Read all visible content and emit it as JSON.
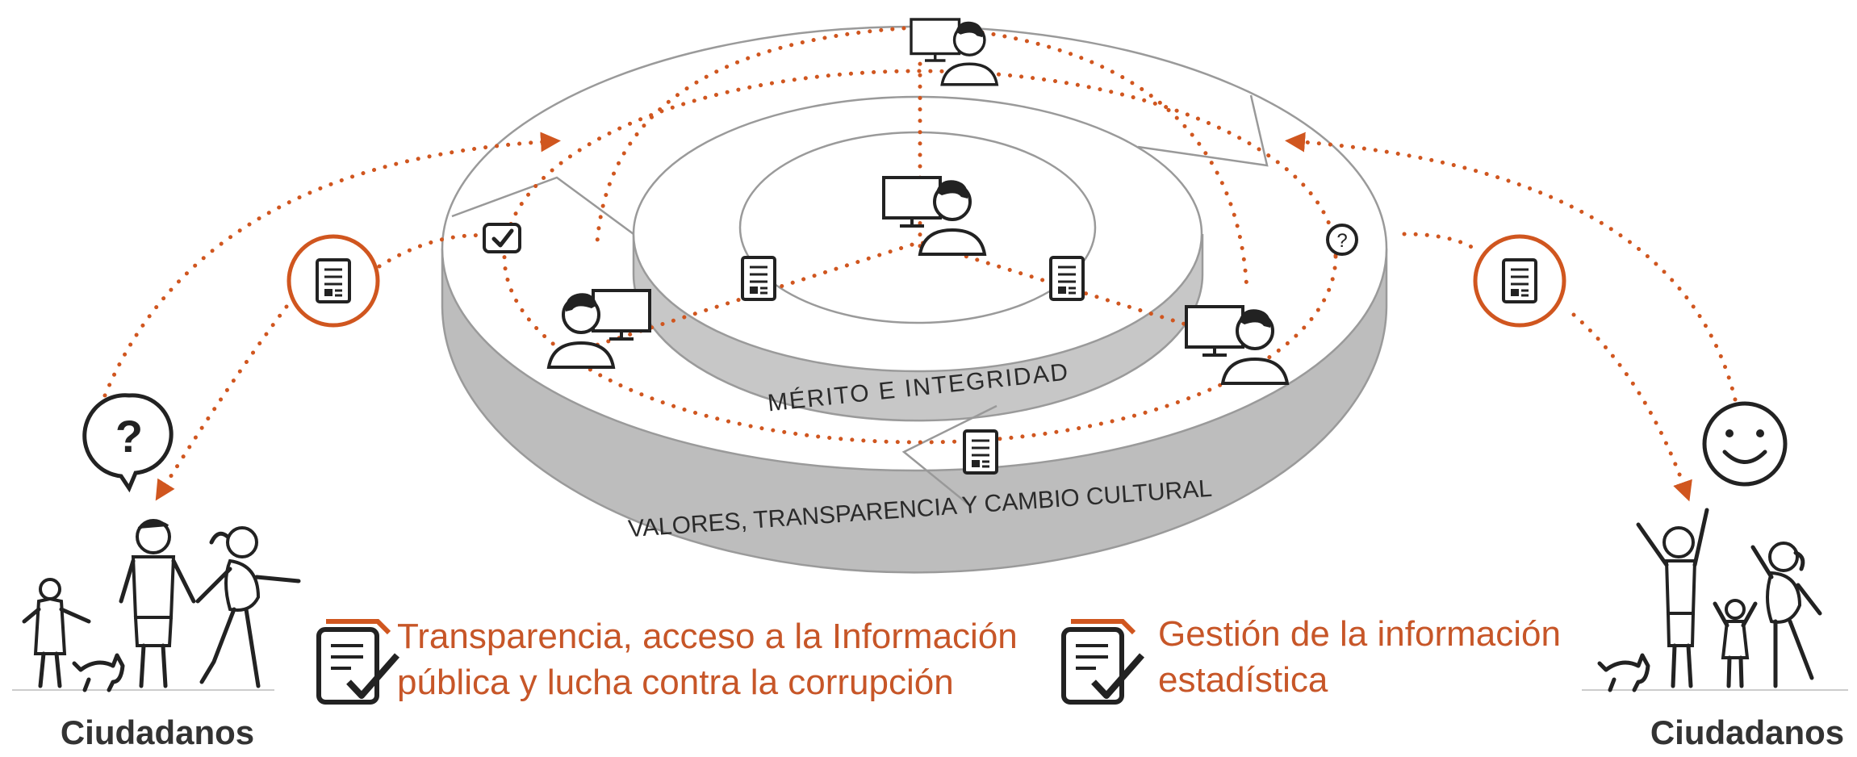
{
  "rings": {
    "inner_label": "MÉRITO E INTEGRIDAD",
    "outer_label": "VALORES, TRANSPARENCIA Y CAMBIO CULTURAL"
  },
  "legend": {
    "item1_line1": "Transparencia, acceso a la Información",
    "item1_line2": "pública y lucha contra la corrupción",
    "item2_line1": "Gestión de la información",
    "item2_line2": "estadística"
  },
  "left_group": {
    "label": "Ciudadanos",
    "bubble_text": "?"
  },
  "right_group": {
    "label": "Ciudadanos"
  },
  "colors": {
    "accent": "#d0561f",
    "ring_side": "#bdbdbd",
    "ring_top": "#ffffff",
    "ink": "#222222"
  },
  "icons": [
    "document-icon",
    "question-bubble-icon",
    "smiley-icon",
    "checklist-icon",
    "person-at-computer-icon",
    "citizens-illustration"
  ]
}
